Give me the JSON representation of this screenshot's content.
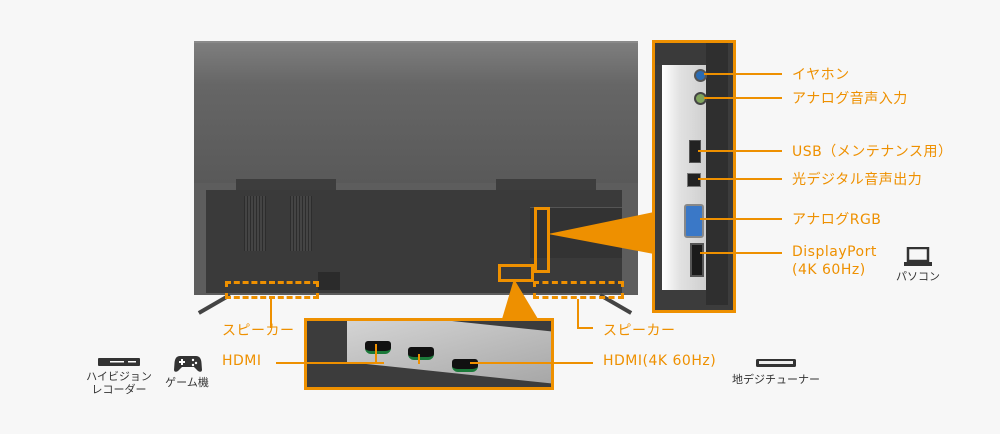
{
  "colors": {
    "accent": "#ee9000",
    "text_dark": "#333333",
    "background": "#f7f7f7"
  },
  "callouts": {
    "earphone": "イヤホン",
    "analog_audio_in": "アナログ音声入力",
    "usb": "USB（メンテナンス用）",
    "optical_out": "光デジタル音声出力",
    "analog_rgb": "アナログRGB",
    "displayport_line1": "DisplayPort",
    "displayport_line2": "(4K 60Hz)",
    "speaker_left": "スピーカー",
    "speaker_right": "スピーカー",
    "hdmi": "HDMI",
    "hdmi_4k": "HDMI(4K 60Hz)"
  },
  "devices": {
    "pc": {
      "icon": "laptop-icon",
      "label": "パソコン"
    },
    "recorder": {
      "icon": "recorder-icon",
      "label_line1": "ハイビジョン",
      "label_line2": "レコーダー"
    },
    "game": {
      "icon": "gamepad-icon",
      "label": "ゲーム機"
    },
    "tuner": {
      "icon": "tuner-icon",
      "label": "地デジチューナー"
    }
  }
}
